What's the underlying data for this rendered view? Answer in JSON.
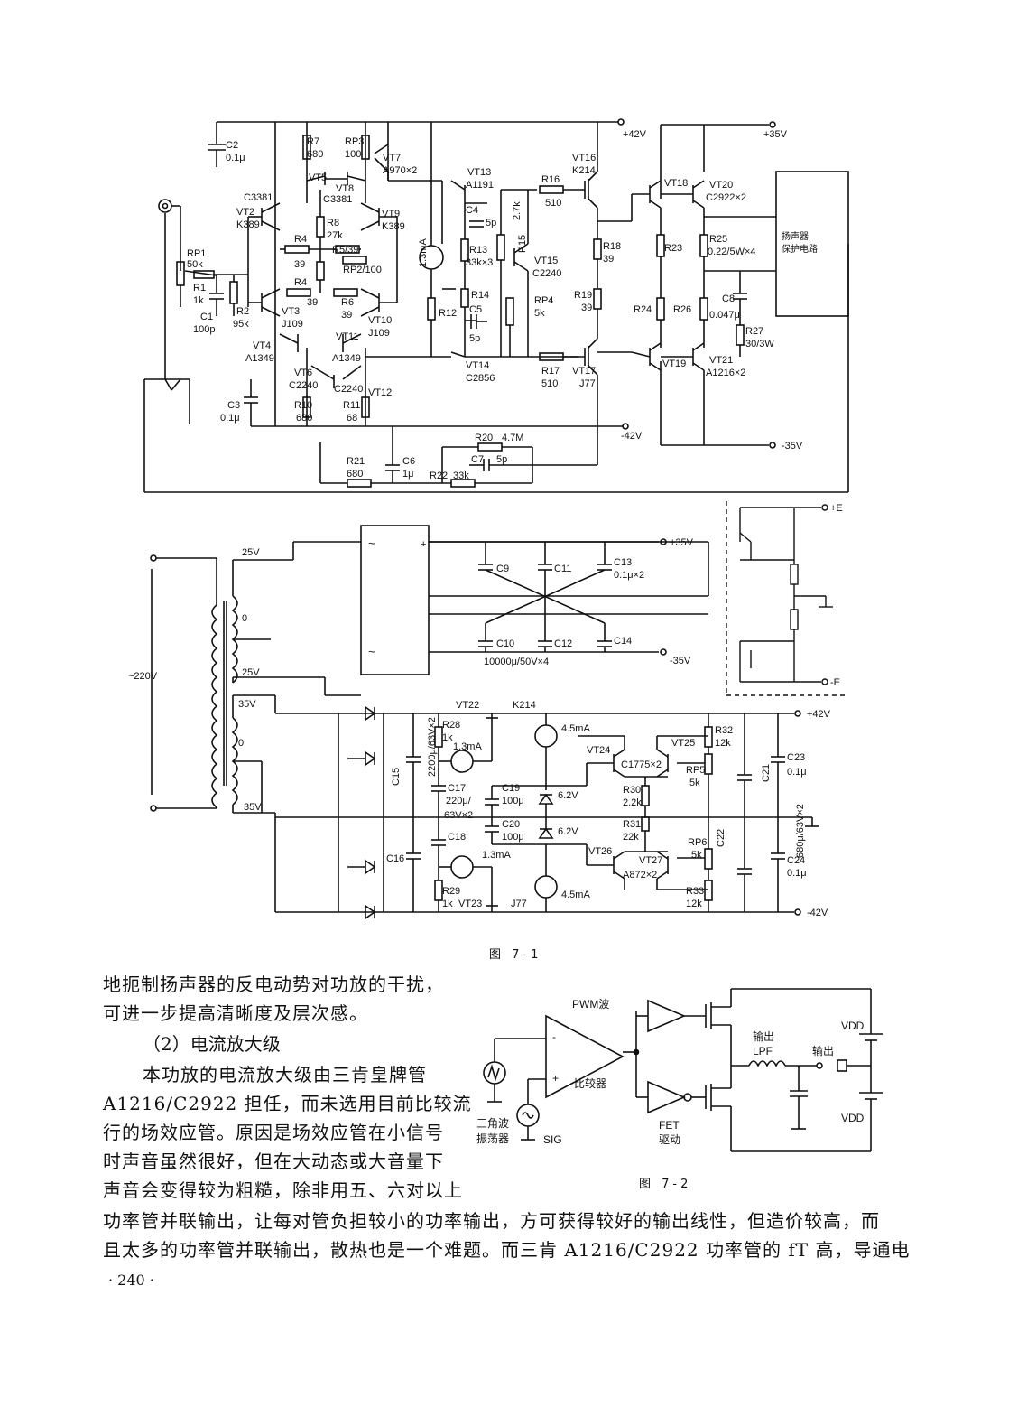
{
  "fig1": {
    "caption": "图 7-1",
    "rails": {
      "p42": "+42V",
      "n42": "-42V",
      "p35": "+35V",
      "n35": "-35V",
      "pE": "+E",
      "nE": "-E"
    },
    "transformer": {
      "mains": "~220V",
      "tap_25a": "25V",
      "tap_0a": "0",
      "tap_25b": "25V",
      "tap_35a": "35V",
      "tap_0b": "0",
      "tap_35b": "35V"
    },
    "protect": [
      "扬声器",
      "保护电路"
    ],
    "labels": {
      "c2": "C2",
      "c2v": "0.1μ",
      "r7": "R7",
      "r7v": "680",
      "rp3": "RP3",
      "rp3v": "100",
      "vt7": "VT7",
      "vt7v": "A970×2",
      "vt5": "VT5",
      "vt8": "VT8",
      "c3381a": "C3381",
      "c3381b": "C3381",
      "vt2": "VT2",
      "k389a": "K389",
      "vt9": "VT9",
      "k389b": "K389",
      "r8": "R8",
      "r8v": "27k",
      "r4a": "R4",
      "r4av": "39",
      "r539": "R5/39",
      "rp2": "RP2/100",
      "rp1": "RP1",
      "rp1v": "50k",
      "r1": "R1",
      "r1v": "1k",
      "r2": "R2",
      "r2v": "95k",
      "c1": "C1",
      "c1v": "100p",
      "r4b": "R4",
      "r4bv": "39",
      "r6": "R6",
      "r6v": "39",
      "vt3": "VT3",
      "j109a": "J109",
      "vt10": "VT10",
      "j109b": "J109",
      "vt11": "VT11",
      "vt4": "VT4",
      "a1349a": "A1349",
      "a1349b": "A1349",
      "vt6": "VT6",
      "c2240a": "C2240",
      "c2240b": "C2240",
      "vt12": "VT12",
      "c3": "C3",
      "c3v": "0.1μ",
      "r10": "R10",
      "r10v": "680",
      "r11": "R11",
      "r11v": "68",
      "ma13": "1.3mA",
      "vt13": "VT13",
      "a1191": "A1191",
      "c4": "C4",
      "c4v": "5p",
      "r13": "R13",
      "r13v": "33k×3",
      "r15": "R15",
      "r15v": "2.7k",
      "vt15": "VT15",
      "c2240c": "C2240",
      "r14": "R14",
      "r12": "R12",
      "c5": "C5",
      "c5v": "5p",
      "rp4": "RP4",
      "rp4v": "5k",
      "vt14": "VT14",
      "c2856": "C2856",
      "r16": "R16",
      "r16v": "510",
      "r17": "R17",
      "r17v": "510",
      "vt16": "VT16",
      "k214": "K214",
      "vt17": "VT17",
      "j77": "J77",
      "r18": "R18",
      "r18v": "39",
      "r19": "R19",
      "r19v": "39",
      "vt18": "VT18",
      "vt20": "VT20",
      "c2922": "C2922×2",
      "r23": "R23",
      "r25": "R25",
      "r25v": "0.22/5W×4",
      "r24": "R24",
      "r26": "R26",
      "c8": "C8",
      "c8v": "0.047μ",
      "r27": "R27",
      "r27v": "30/3W",
      "vt19": "VT19",
      "vt21": "VT21",
      "a1216": "A1216×2",
      "r20": "R20",
      "r20v": "4.7M",
      "c7": "C7",
      "c7v": "5p",
      "r21": "R21",
      "r21v": "680",
      "c6": "C6",
      "c6v": "1μ",
      "r22": "R22",
      "r22v": "33k"
    },
    "psu": {
      "c9": "C9",
      "c11": "C11",
      "c13": "C13",
      "c13v": "0.1μ×2",
      "c10": "C10",
      "c12": "C12",
      "c14": "C14",
      "c10v": "10000μ/50V×4",
      "bridge_ac": "~",
      "bridge_plus": "+"
    },
    "reg": {
      "vt22": "VT22",
      "k214": "K214",
      "ma45a": "4.5mA",
      "r28": "R28",
      "r28v": "1k",
      "ma13a": "1.3mA",
      "vt24": "VT24",
      "vt25": "VT25",
      "c1775": "C1775×2",
      "r32": "R32",
      "r32v": "12k",
      "rp5": "RP5",
      "rp5v": "5k",
      "c23": "C23",
      "c23v": "0.1μ",
      "c21": "C21",
      "c15": "C15",
      "c15v": "2200μ/63V×2",
      "c17": "C17",
      "c17v": "220μ/",
      "c17v2": "63V×2",
      "c19": "C19",
      "c19v": "100μ",
      "z1": "6.2V",
      "r30": "R30",
      "r30v": "2.2k",
      "c20": "C20",
      "c20v": "100μ",
      "z2": "6.2V",
      "r31": "R31",
      "r31v": "22k",
      "c18": "C18",
      "ma13b": "1.3mA",
      "vt26": "VT26",
      "vt27": "VT27",
      "a872": "A872×2",
      "rp6": "RP6",
      "rp6v": "5k",
      "c22": "C22",
      "c22v": "680μ/63V×2",
      "c24": "C24",
      "c24v": "0.1μ",
      "c16": "C16",
      "r29": "R29",
      "r29v": "1k",
      "vt23": "VT23",
      "j77": "J77",
      "ma45b": "4.5mA",
      "r33": "R33",
      "r33v": "12k"
    }
  },
  "fig2": {
    "caption": "图 7-2",
    "pwm": "PWM波",
    "comparator": "比较器",
    "triangle_osc": [
      "三角波",
      "振荡器"
    ],
    "sig": "SIG",
    "fet_drive": [
      "FET",
      "驱动"
    ],
    "lpf": [
      "输出",
      "LPF"
    ],
    "output": "输出",
    "vdd_top": "VDD",
    "vdd_bottom": "VDD",
    "minus": "-",
    "plus": "+"
  },
  "text": {
    "line1": "地扼制扬声器的反电动势对功放的干扰，",
    "line2": "可进一步提高清晰度及层次感。",
    "heading": "（2）电流放大级",
    "line3": "本功放的电流放大级由三肯皇牌管",
    "line4": "A1216/C2922 担任，而未选用目前比较流",
    "line5": "行的场效应管。原因是场效应管在小信号",
    "line6": "时声音虽然很好，但在大动态或大音量下",
    "line7": "声音会变得较为粗糙，除非用五、六对以上",
    "line8": "功率管并联输出，让每对管负担较小的功率输出，方可获得较好的输出线性，但造价较高，而",
    "line9": "且太多的功率管并联输出，散热也是一个难题。而三肯 A1216/C2922 功率管的 fT 高，导通电"
  },
  "page_number": "· 240 ·"
}
